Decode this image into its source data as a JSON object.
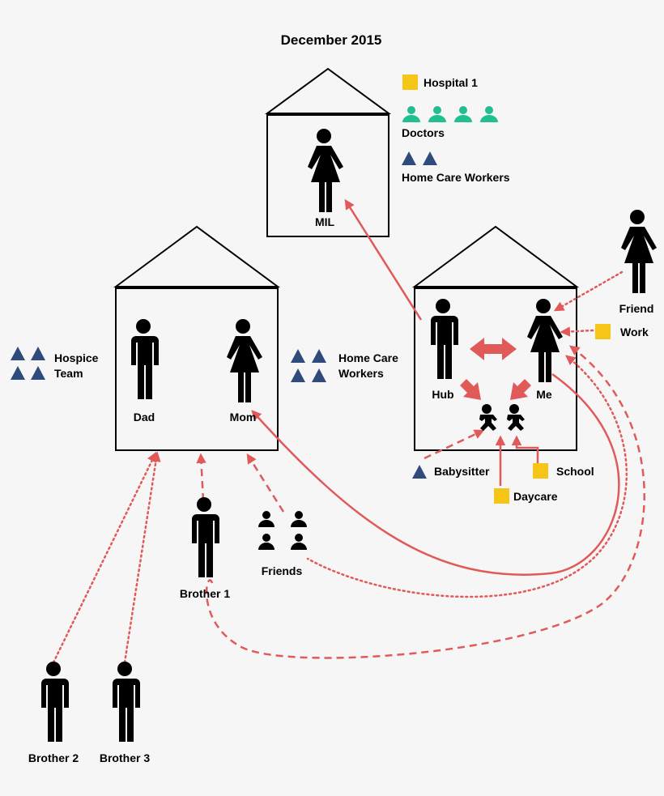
{
  "title": "December 2015",
  "colors": {
    "link": "#e05a5a",
    "institution": "#f5c518",
    "doctor": "#21bf8f",
    "worker": "#2f4b7c"
  },
  "houses": {
    "mil_house": {
      "people": {
        "mil": "MIL"
      }
    },
    "parents_house": {
      "people": {
        "dad": "Dad",
        "mom": "Mom"
      }
    },
    "our_house": {
      "people": {
        "hub": "Hub",
        "me": "Me"
      }
    }
  },
  "people": {
    "friend": "Friend",
    "brother1": "Brother 1",
    "brother2": "Brother 2",
    "brother3": "Brother 3"
  },
  "groups": {
    "friends": "Friends",
    "doctors": "Doctors",
    "hospice_team": [
      "Hospice",
      "Team"
    ],
    "home_care_parents": [
      "Home Care",
      "Workers"
    ],
    "home_care_mil": "Home Care Workers"
  },
  "institutions": {
    "hospital": "Hospital 1",
    "work": "Work",
    "school": "School",
    "daycare": "Daycare",
    "babysitter": "Babysitter"
  },
  "icons": {
    "person_male": "man-icon",
    "person_female": "woman-icon",
    "baby": "baby-icon",
    "doctor": "doctor-icon",
    "worker": "triangle-icon",
    "institution": "square-icon"
  }
}
